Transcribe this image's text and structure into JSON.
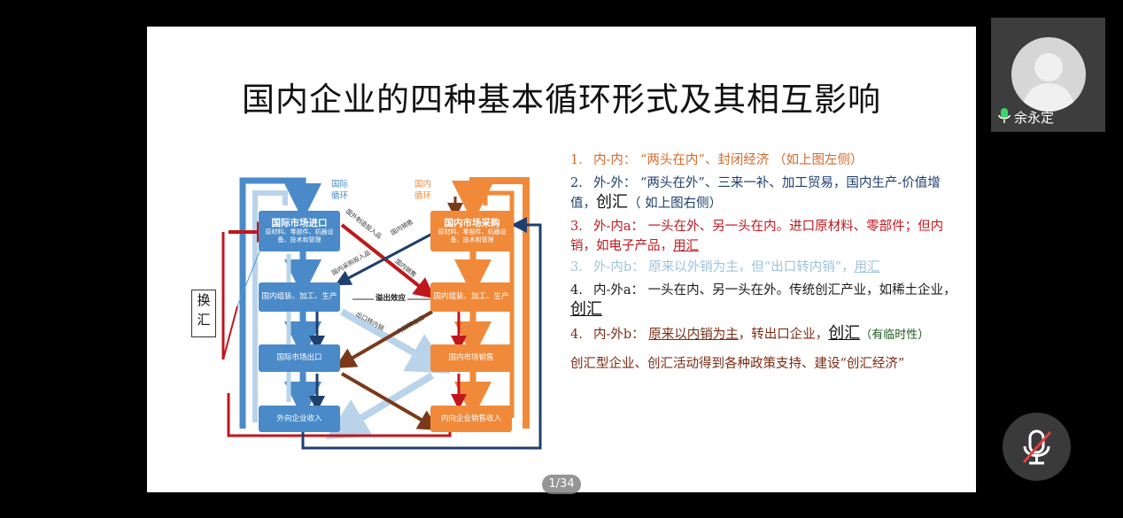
{
  "slide": {
    "title": "国内企业的四种基本循环形式及其相互影响",
    "page_indicator": "1/34"
  },
  "diagram": {
    "label_intl_cycle": "国际\n循环",
    "label_dom_cycle": "国内\n循环",
    "exchange_label": "换\n汇",
    "boxes": {
      "intl_import_title": "国际市场进口",
      "intl_import_sub": "原材料、零部件、机器设备、技术和管理",
      "dom_purchase_title": "国内市场采购",
      "dom_purchase_sub": "原材料、零部件、机器设备、技术和管理",
      "left_processing": "国内组装、加工、生产",
      "right_processing": "国内组装、加工、生产",
      "intl_export": "国际市场出口",
      "dom_sales": "国内市场销售",
      "foreign_income": "外向企业收入",
      "domestic_income": "内向企业销售收入"
    },
    "arrow_labels": {
      "a1": "国外制造投入品",
      "a2": "国内销售",
      "a3": "国内采购投入品",
      "a4": "国内销售",
      "overflow": "溢出效应",
      "a5": "出口转内销",
      "a6": "内销转出口"
    }
  },
  "notes": [
    {
      "num": "1.",
      "label": "内-内：",
      "text": "“两头在内”、封闭经济 （如上图左侧）",
      "color": "#d46a2a"
    },
    {
      "num": "2.",
      "label": "外-外：",
      "text": "“两头在外”、三来一补、加工贸易，国内生产-价值增值，",
      "big": "创汇",
      "tail": "（ 如上图右侧）",
      "color": "#1f3f6e"
    },
    {
      "num": "3.",
      "label": "外-内a：",
      "text": "一头在外、另一头在内。进口原材料、零部件；但内销，如电子产品，",
      "underline": "用汇",
      "color": "#c0171c"
    },
    {
      "num": "3.",
      "label": "外-内b：",
      "text": "原来以外销为主，但“出口转内销”，",
      "underline": "用汇",
      "color": "#9ec3dd"
    },
    {
      "num": "4.",
      "label": "内-外a：",
      "text": "一头在内、另一头在外。传统创汇产业，如稀土企业，",
      "big_underline": "创汇",
      "color": "#1a1a1a"
    },
    {
      "num": "4.",
      "label": "内-外b：",
      "underline_text": "原来以内销为主",
      "text": "，转出口企业，",
      "big_underline": "创汇",
      "tail": "（有临时性）",
      "color": "#7a2b14"
    }
  ],
  "summary": "创汇型企业、创汇活动得到各种政策支持、建设“创汇经济”",
  "summary_color": "#7a2b14",
  "participant": {
    "name": "余永定"
  },
  "colors": {
    "blue": "#4a8ac8",
    "light_blue": "#b9d3ea",
    "orange": "#f08a3a",
    "red": "#c0171c",
    "dark_navy": "#1f3f6e",
    "brown": "#7a3a1a",
    "mic_green": "#3bd46a",
    "mute_red": "#e04040"
  }
}
